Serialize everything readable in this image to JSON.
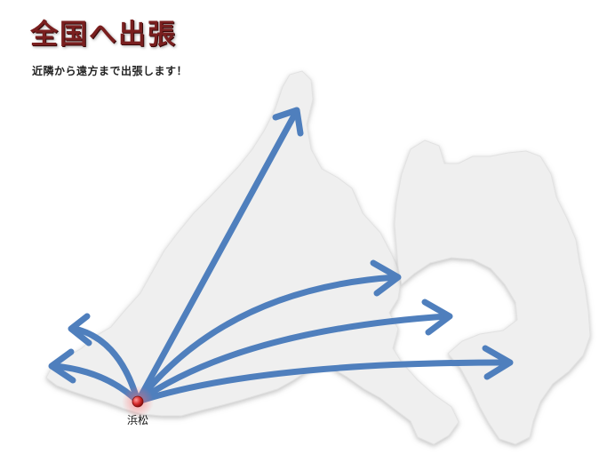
{
  "header": {
    "title": "全国へ出張",
    "subtitle": "近隣から遠方まで出張します！"
  },
  "map": {
    "origin_label": "浜松",
    "arrow_color": "#4f7fbd",
    "land_color": "#eeeeee",
    "marker_color": "#d62b2b"
  }
}
